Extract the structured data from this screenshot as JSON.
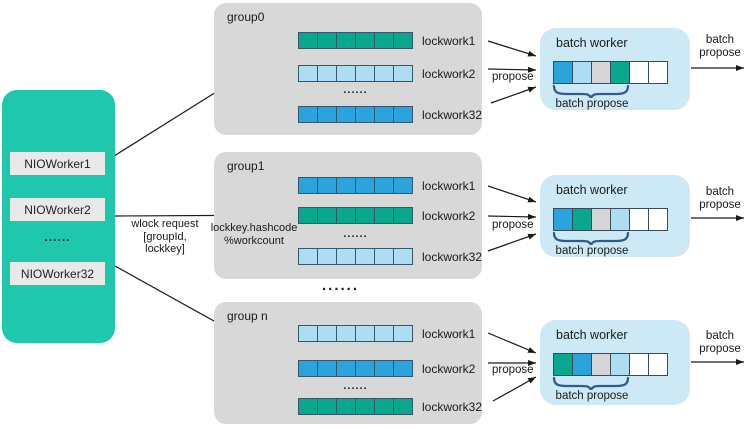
{
  "palette": {
    "teal": "#0aa78f",
    "blue": "#2ba3dc",
    "lightblue": "#aedcf2",
    "gray": "#d6d6d6",
    "white": "#ffffff",
    "panel_teal": "#1fc8ad",
    "group_gray": "#d8d8d8",
    "batch_blue": "#cde9f6",
    "brace_blue": "#2f5b8f"
  },
  "left_panel": {
    "workers": [
      "NIOWorker1",
      "NIOWorker2",
      "NIOWorker32"
    ],
    "ellipsis": "......"
  },
  "labels": {
    "wlock_line1": "wlock request",
    "wlock_line2": "[groupId, lockkey]",
    "hash_line1": "lockkey.hashcode",
    "hash_line2": "%workcount",
    "propose": "propose",
    "batch_line1": "batch",
    "batch_line2": "propose",
    "between_groups_ellipsis": "......"
  },
  "groups": [
    {
      "title": "group0",
      "ellipsis": "......",
      "rows": [
        {
          "label": "lockwork1",
          "cells": [
            "teal",
            "teal",
            "teal",
            "teal",
            "teal",
            "teal"
          ]
        },
        {
          "label": "lockwork2",
          "cells": [
            "lightblue",
            "lightblue",
            "lightblue",
            "lightblue",
            "lightblue",
            "lightblue"
          ]
        },
        {
          "label": "lockwork32",
          "cells": [
            "blue",
            "blue",
            "blue",
            "blue",
            "blue",
            "blue"
          ]
        }
      ]
    },
    {
      "title": "group1",
      "ellipsis": "......",
      "rows": [
        {
          "label": "lockwork1",
          "cells": [
            "blue",
            "blue",
            "blue",
            "blue",
            "blue",
            "blue"
          ]
        },
        {
          "label": "lockwork2",
          "cells": [
            "teal",
            "teal",
            "teal",
            "teal",
            "teal",
            "teal"
          ]
        },
        {
          "label": "lockwork32",
          "cells": [
            "lightblue",
            "lightblue",
            "lightblue",
            "lightblue",
            "lightblue",
            "lightblue"
          ]
        }
      ]
    },
    {
      "title": "group n",
      "ellipsis": "......",
      "rows": [
        {
          "label": "lockwork1",
          "cells": [
            "lightblue",
            "lightblue",
            "lightblue",
            "lightblue",
            "lightblue",
            "lightblue"
          ]
        },
        {
          "label": "lockwork2",
          "cells": [
            "blue",
            "blue",
            "blue",
            "blue",
            "blue",
            "blue"
          ]
        },
        {
          "label": "lockwork32",
          "cells": [
            "teal",
            "teal",
            "teal",
            "teal",
            "teal",
            "teal"
          ]
        }
      ]
    }
  ],
  "batch_workers": [
    {
      "title": "batch worker",
      "brace_label": "batch propose",
      "cells": [
        "blue",
        "lightblue",
        "gray",
        "teal",
        "white",
        "white"
      ]
    },
    {
      "title": "batch worker",
      "brace_label": "batch propose",
      "cells": [
        "blue",
        "teal",
        "gray",
        "lightblue",
        "white",
        "white"
      ]
    },
    {
      "title": "batch worker",
      "brace_label": "batch propose",
      "cells": [
        "teal",
        "blue",
        "gray",
        "lightblue",
        "white",
        "white"
      ]
    }
  ]
}
